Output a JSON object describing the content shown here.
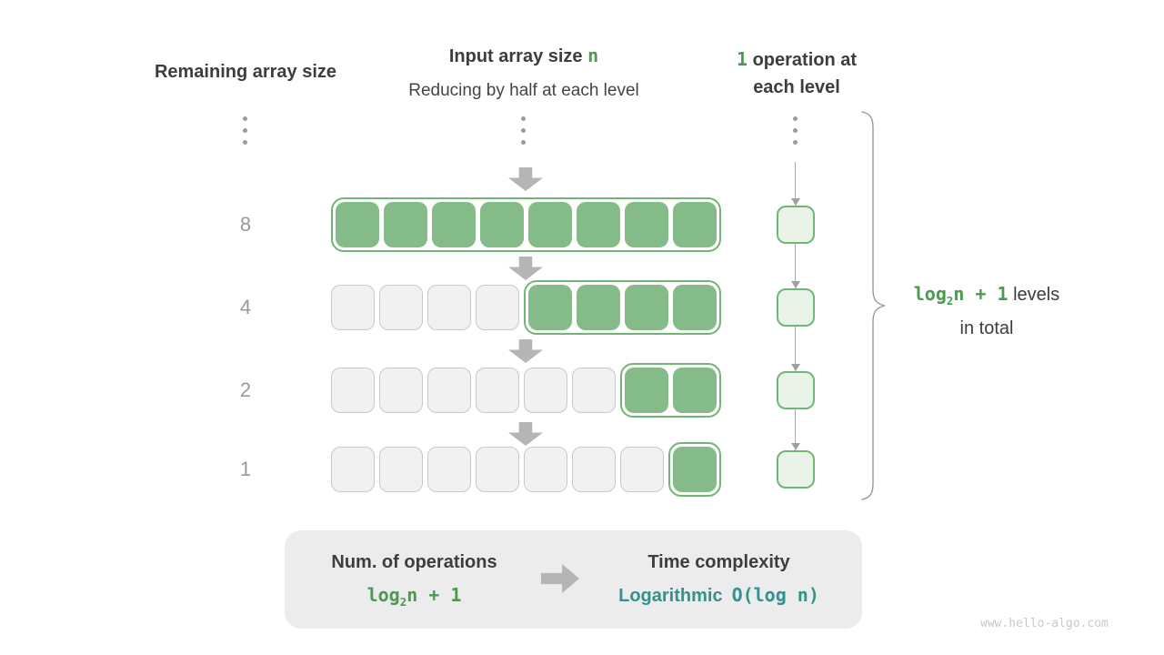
{
  "headers": {
    "left": "Remaining array size",
    "mid_title": "Input array size ",
    "mid_title_n": "n",
    "mid_subtitle": "Reducing by half at each level",
    "right_num": "1",
    "right_line1": " operation at",
    "right_line2": "each level"
  },
  "rows": [
    {
      "label": "8",
      "gray_cells": 0,
      "green_cells": 8
    },
    {
      "label": "4",
      "gray_cells": 4,
      "green_cells": 4
    },
    {
      "label": "2",
      "gray_cells": 6,
      "green_cells": 2
    },
    {
      "label": "1",
      "gray_cells": 7,
      "green_cells": 1
    }
  ],
  "brace_label": {
    "formula_log": "log",
    "formula_sub": "2",
    "formula_rest": "n + 1",
    "text_line1": " levels",
    "text_line2": "in total"
  },
  "summary": {
    "operations_title": "Num. of operations",
    "operations_log": "log",
    "operations_sub": "2",
    "operations_rest": "n + 1",
    "complexity_title": "Time complexity",
    "complexity_name": "Logarithmic",
    "complexity_bigo": "O(log n)"
  },
  "watermark": "www.hello-algo.com",
  "colors": {
    "green_fill": "#85bb88",
    "green_border": "#72b575",
    "green_light": "#e9f3e7",
    "green_text": "#4c9a52",
    "teal_text": "#35908e",
    "gray_cell_fill": "#f1f1f1",
    "gray_cell_border": "#c9c9c9",
    "arrow_gray": "#b5b5b5",
    "text_dark": "#3d3d3d",
    "label_gray": "#999999",
    "box_bg": "#ececec"
  }
}
